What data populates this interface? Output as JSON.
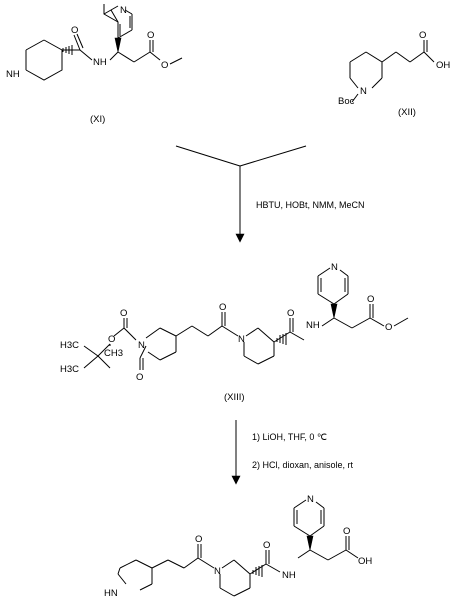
{
  "compounds": {
    "xi": {
      "label": "(XI)",
      "atoms": {
        "nh_ring": "NH",
        "o_amide": "O",
        "nh_amide": "NH",
        "n_pyr": "N",
        "o_carbonyl": "O",
        "o_ester": "O"
      }
    },
    "xii": {
      "label": "(XII)",
      "atoms": {
        "o_acid": "O",
        "oh": "OH",
        "n_ring": "N",
        "boc": "Boc"
      }
    },
    "xiii": {
      "label": "(XIII)",
      "atoms": {
        "h3c_top": "H3C",
        "h3c_bottom": "H3C",
        "ch3": "CH3",
        "o_ether": "O",
        "o_boc": "O",
        "n_pip": "N",
        "o_ketone": "O",
        "n_nip": "N",
        "o_amide": "O",
        "nh": "NH",
        "n_pyr": "N",
        "o_carbonyl": "O",
        "o_ester": "O"
      }
    },
    "product": {
      "atoms": {
        "hn": "HN",
        "o_ketone": "O",
        "n_nip": "N",
        "o_amide": "O",
        "nh": "NH",
        "n_pyr": "N",
        "o_acid": "O",
        "oh": "OH"
      }
    }
  },
  "conditions": {
    "step1": "HBTU, HOBt, NMM, MeCN",
    "step2_line1": "1)  LiOH, THF, 0 ℃",
    "step2_line2": "2)  HCl, dioxan, anisole, rt"
  }
}
